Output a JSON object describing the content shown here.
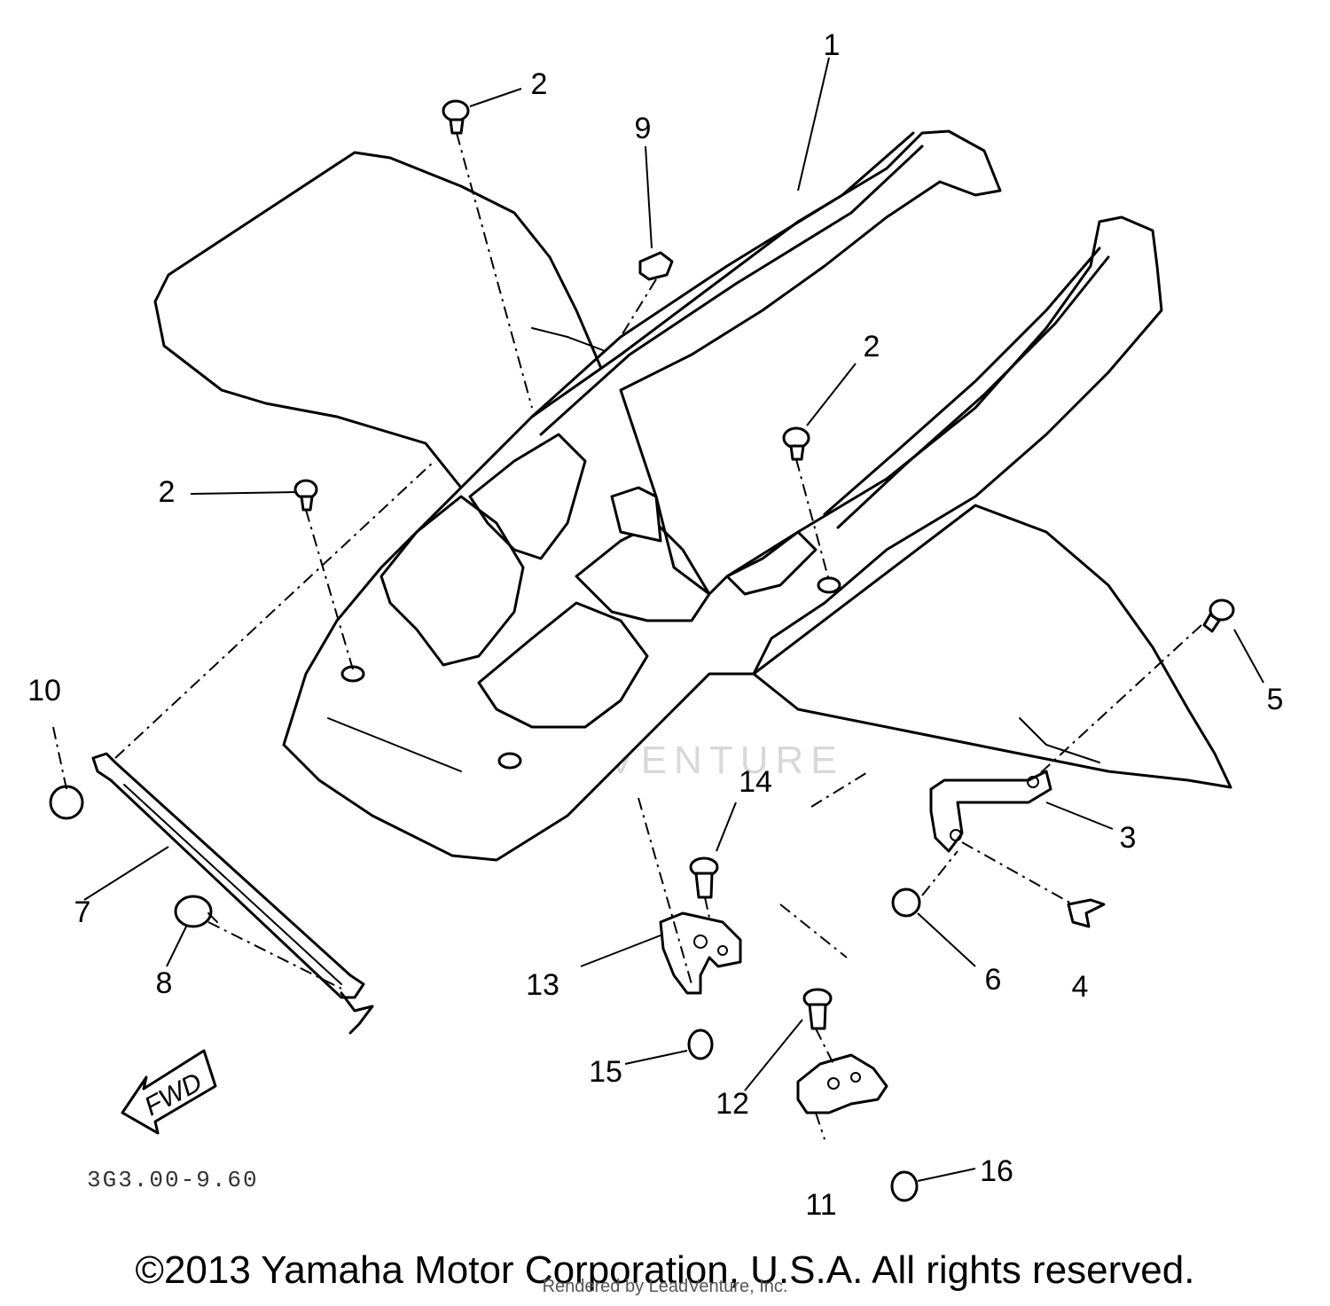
{
  "callouts": {
    "c1": "1",
    "c2a": "2",
    "c2b": "2",
    "c2c": "2",
    "c3": "3",
    "c4": "4",
    "c5": "5",
    "c6": "6",
    "c7": "7",
    "c8": "8",
    "c9": "9",
    "c10": "10",
    "c11": "11",
    "c12": "12",
    "c13": "13",
    "c14": "14",
    "c15": "15",
    "c16": "16"
  },
  "fwd_label": "FWD",
  "diagram_code": "3G3.00-9.60",
  "watermark": "LEADVENTURE",
  "copyright": "©2013 Yamaha Motor Corporation, U.S.A. All rights reserved.",
  "rendered_by": "Rendered by LeadVenture, Inc."
}
